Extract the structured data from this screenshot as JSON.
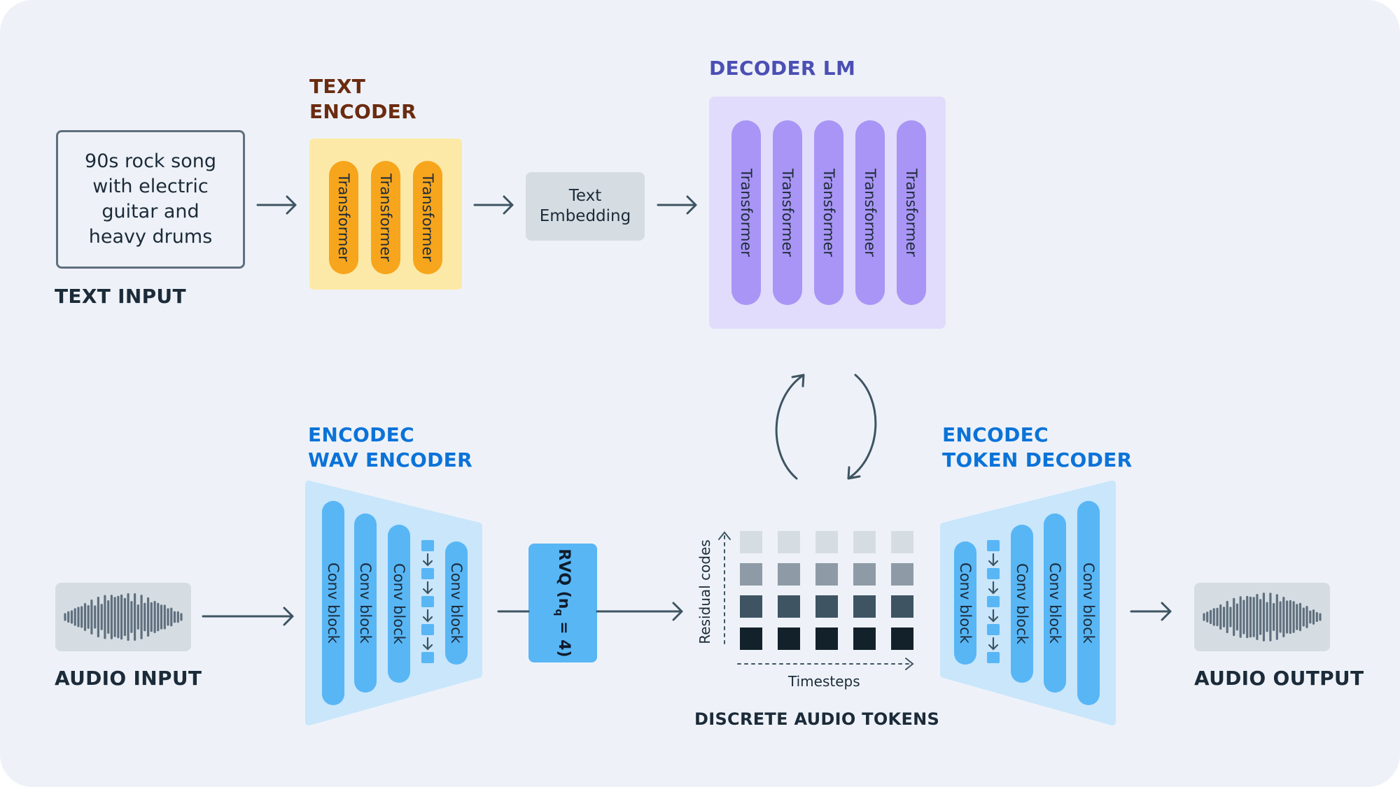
{
  "text_input": {
    "prompt": "90s rock song with electric guitar and heavy drums",
    "label": "TEXT INPUT"
  },
  "text_encoder": {
    "title_line1": "TEXT",
    "title_line2": "ENCODER",
    "blocks": [
      "Transformer",
      "Transformer",
      "Transformer"
    ],
    "title_color": "#6b2b10",
    "panel_color": "#fde9a7",
    "block_color": "#f7a51c"
  },
  "text_embedding": {
    "label": "Text Embedding"
  },
  "decoder_lm": {
    "title": "DECODER LM",
    "blocks": [
      "Transformer",
      "Transformer",
      "Transformer",
      "Transformer",
      "Transformer"
    ],
    "title_color": "#4c4fb3",
    "panel_color": "#e1dcfb",
    "block_color": "#a995f5"
  },
  "wav_encoder": {
    "title_line1": "ENCODEC",
    "title_line2": "WAV ENCODER",
    "blocks": [
      "Conv block",
      "Conv block",
      "Conv block",
      "Conv block"
    ],
    "title_color": "#0b73d8"
  },
  "rvq": {
    "label": "RVQ (n",
    "subscript": "q",
    "label_suffix": " = 4)"
  },
  "discrete_tokens": {
    "label": "DISCRETE AUDIO TOKENS",
    "y_axis_label": "Residual codes",
    "x_axis_label": "Timesteps",
    "row_colors": [
      "#d5dde3",
      "#8e9ba6",
      "#3e5462",
      "#13212b"
    ],
    "columns": 5
  },
  "token_decoder": {
    "title_line1": "ENCODEC",
    "title_line2": "TOKEN DECODER",
    "blocks": [
      "Conv block",
      "Conv block",
      "Conv block",
      "Conv block"
    ],
    "title_color": "#0b73d8"
  },
  "audio_input": {
    "label": "AUDIO INPUT",
    "icon": "waveform-icon"
  },
  "audio_output": {
    "label": "AUDIO OUTPUT",
    "icon": "waveform-icon"
  },
  "colors": {
    "background": "#eef2f8",
    "arrow": "#3e5462",
    "encodec_panel": "#c9e6fb",
    "conv_block": "#58b6f5"
  }
}
